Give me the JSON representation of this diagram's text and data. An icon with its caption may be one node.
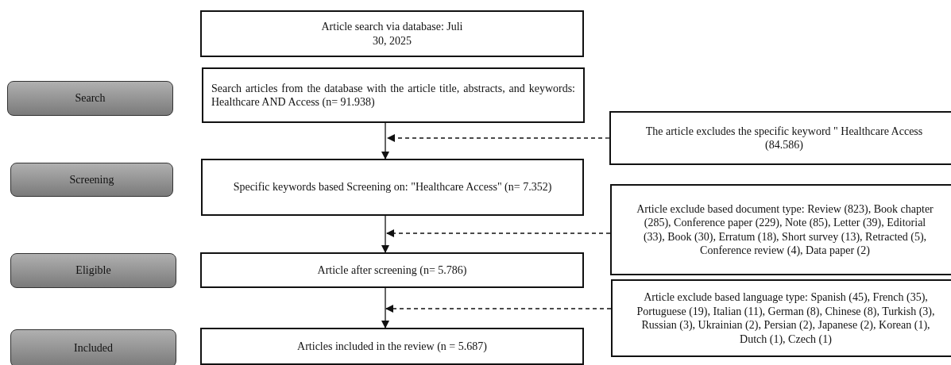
{
  "diagram": {
    "nodes": [
      {
        "text": [
          "Article search via database: Juli 30, 2025"
        ]
      },
      {
        "text": [
          "Search articles from the database with the article title, abstracts, and keywords: Healthcare AND Access (n= 91.938)"
        ]
      },
      {
        "text": [
          "Specific keywords based Screening on: \"Healthcare Access\" (n= 7.352)"
        ]
      },
      {
        "text": [
          "Article after screening (n= 5.786)"
        ]
      },
      {
        "text": [
          "Articles included in the review (n = 5.687)"
        ]
      },
      {
        "text": [
          "The article excludes the specific keyword \" Healthcare Access (84.586)"
        ]
      },
      {
        "text": [
          "Article exclude based document type: Review (823), Book chapter (285), Conference paper (229), Note (85), Letter (39), Editorial (33), Book (30), Erratum (18), Short survey (13), Retracted (5), Conference review (4), Data paper (2)"
        ]
      },
      {
        "text": [
          "Article exclude based language type: Spanish (45), French (35), Portuguese (19), Italian (11), German (8), Chinese (8), Turkish (3), Russian (3), Ukrainian (2), Persian (2), Japanese (2), Korean (1), Dutch (1), Czech (1)"
        ]
      },
      {
        "text": [
          "Search"
        ]
      },
      {
        "text": [
          "Screening"
        ]
      },
      {
        "text": [
          "Eligible"
        ]
      },
      {
        "text": [
          "Included"
        ]
      }
    ],
    "edges": [
      {
        "from": 1,
        "to": 2,
        "arrow": "to"
      },
      {
        "from": 2,
        "to": 3,
        "arrow": "to"
      },
      {
        "from": 3,
        "to": 4,
        "arrow": "to"
      },
      {
        "from": 5,
        "to": 1,
        "arrow": "to",
        "style": "dashed"
      },
      {
        "from": 6,
        "to": 2,
        "arrow": "to",
        "style": "dashed"
      },
      {
        "from": 7,
        "to": 3,
        "arrow": "to",
        "style": "dashed"
      }
    ]
  }
}
